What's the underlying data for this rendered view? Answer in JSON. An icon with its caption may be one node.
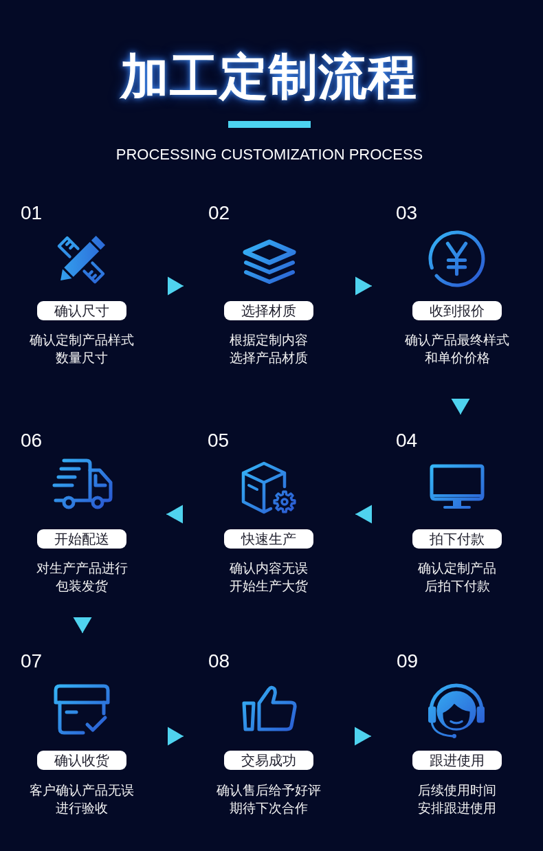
{
  "diagram": {
    "title": "加工定制流程",
    "nodes": [
      {
        "text": [
          "01",
          "确认尺寸",
          "确认定制产品样式数量尺寸"
        ]
      },
      {
        "text": [
          "02",
          "选择材质",
          "根据定制内容选择产品材质"
        ]
      },
      {
        "text": [
          "03",
          "收到报价",
          "确认产品最终样式和单价价格"
        ]
      },
      {
        "text": [
          "04",
          "拍下付款",
          "确认定制产品后拍下付款"
        ]
      },
      {
        "text": [
          "05",
          "快速生产",
          "确认内容无误开始生产大货"
        ]
      },
      {
        "text": [
          "06",
          "开始配送",
          "对生产产品进行包装发货"
        ]
      },
      {
        "text": [
          "07",
          "确认收货",
          "客户确认产品无误进行验收"
        ]
      },
      {
        "text": [
          "08",
          "交易成功",
          "确认售后给予好评期待下次合作"
        ]
      },
      {
        "text": [
          "09",
          "跟进使用",
          "后续使用时间安排跟进使用"
        ]
      }
    ],
    "edges": [
      {
        "from": 0,
        "to": 1,
        "arrow": "to"
      },
      {
        "from": 1,
        "to": 2,
        "arrow": "to"
      },
      {
        "from": 2,
        "to": 3,
        "arrow": "to"
      },
      {
        "from": 3,
        "to": 4,
        "arrow": "to"
      },
      {
        "from": 4,
        "to": 5,
        "arrow": "to"
      },
      {
        "from": 5,
        "to": 6,
        "arrow": "to"
      },
      {
        "from": 6,
        "to": 7,
        "arrow": "to"
      },
      {
        "from": 7,
        "to": 8,
        "arrow": "to"
      }
    ],
    "labels": [
      "PROCESSING CUSTOMIZATION PROCESS"
    ]
  }
}
